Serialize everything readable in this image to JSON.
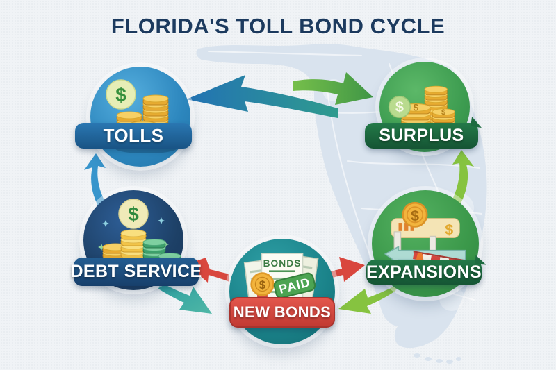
{
  "title": "FLORIDA'S TOLL BOND CYCLE",
  "nodes": {
    "tolls": {
      "label": "TOLLS"
    },
    "surplus": {
      "label": "SURPLUS"
    },
    "debt_service": {
      "label": "DEBT SERVICE"
    },
    "expansions": {
      "label": "EXPANSIONS"
    },
    "new_bonds": {
      "label": "NEW BONDS"
    }
  },
  "icon_text": {
    "dollar": "$",
    "bonds_doc_title": "BONDS",
    "paid_stamp": "PAID"
  },
  "flow": [
    {
      "from": "TOLLS",
      "to": "SURPLUS"
    },
    {
      "from": "SURPLUS",
      "to": "TOLLS"
    },
    {
      "from": "DEBT SERVICE",
      "to": "TOLLS"
    },
    {
      "from": "EXPANSIONS",
      "to": "SURPLUS"
    },
    {
      "from": "NEW BONDS",
      "to": "DEBT SERVICE"
    },
    {
      "from": "DEBT SERVICE",
      "to": "NEW BONDS"
    },
    {
      "from": "NEW BONDS",
      "to": "EXPANSIONS"
    },
    {
      "from": "EXPANSIONS",
      "to": "NEW BONDS"
    }
  ],
  "colors": {
    "bg": "#f0f3f6",
    "map-fill": "#d9e3ee",
    "title-navy": "#1c3a5e",
    "tolls-blue": "#2e8cc4",
    "surplus-green": "#41a054",
    "debt-navy": "#1e4068",
    "expansions-green": "#3d9a4d",
    "newbonds-teal": "#1b878d",
    "banner-blue": "#1d5c97",
    "banner-green": "#1d6b3f",
    "banner-red": "#d84a42",
    "arrow-blue": "#2a7fc0",
    "arrow-teal": "#2d9fa0",
    "arrow-green": "#4f9e44",
    "arrow-light-green": "#86c340",
    "arrow-red": "#d9473e",
    "coin-gold": "#e9af33"
  }
}
